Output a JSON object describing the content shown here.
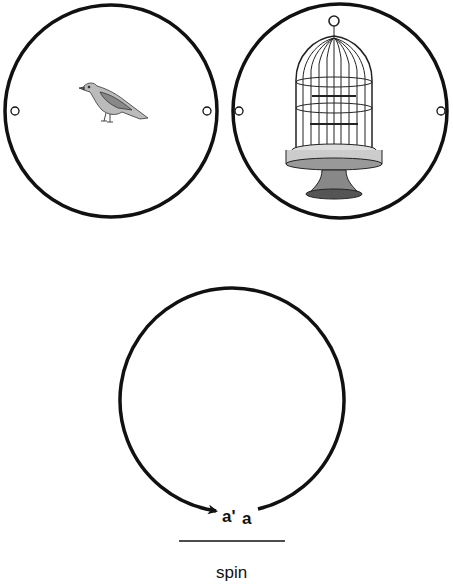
{
  "diagram": {
    "labels": [
      "a'",
      "a",
      "spin"
    ]
  }
}
